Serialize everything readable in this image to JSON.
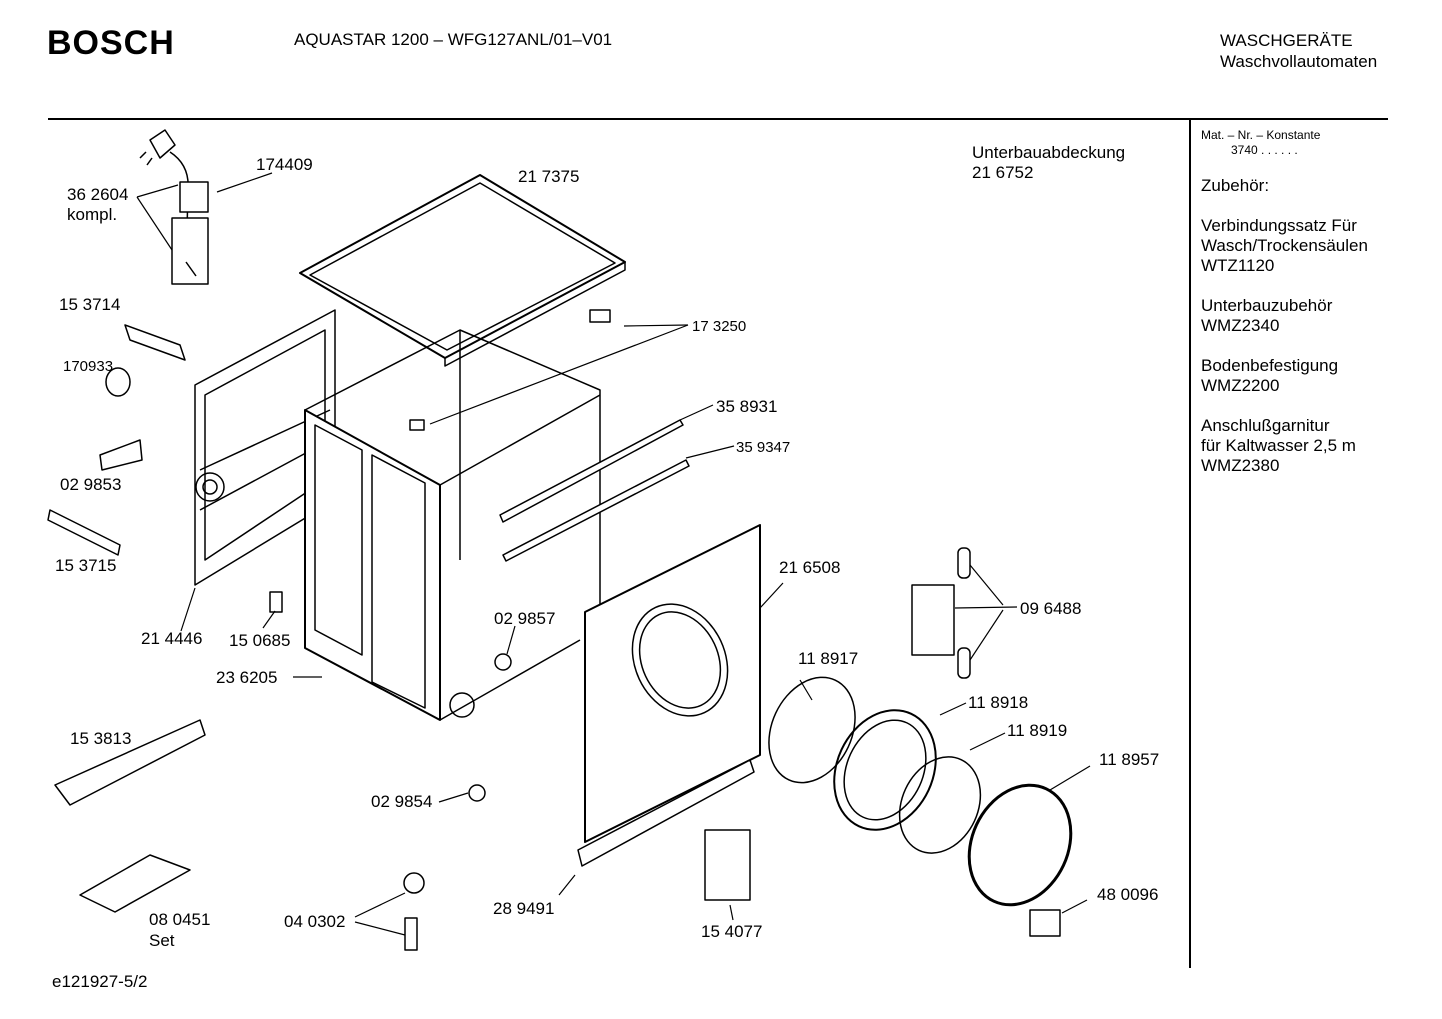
{
  "header": {
    "brand": "BOSCH",
    "model": "AQUASTAR 1200 – WFG127ANL/01–V01",
    "category_line1": "WASCHGERÄTE",
    "category_line2": "Waschvollautomaten"
  },
  "sidebar": {
    "mat_label": "Mat. – Nr. – Konstante",
    "mat_value": "3740  .  .  .  .  .  .",
    "accessories_heading": "Zubehör:",
    "accessories": [
      {
        "line1": "Verbindungssatz Für",
        "line2": "Wasch/Trockensäulen",
        "line3": "WTZ1120"
      },
      {
        "line1": "Unterbauzubehör",
        "line2": "WMZ2340",
        "line3": ""
      },
      {
        "line1": "Bodenbefestigung",
        "line2": "WMZ2200",
        "line3": ""
      },
      {
        "line1": "Anschlußgarnitur",
        "line2": "für Kaltwasser 2,5 m",
        "line3": "WMZ2380"
      }
    ]
  },
  "parts": {
    "p174409": "174409",
    "p362604": "36 2604",
    "kompl": "kompl.",
    "p217375": "21 7375",
    "unterbau": "Unterbauabdeckung",
    "p216752": "21 6752",
    "p153714": "15 3714",
    "p170933": "170933",
    "p173250": "17 3250",
    "p358931": "35 8931",
    "p359347": "35 9347",
    "p029853": "02 9853",
    "p153715": "15 3715",
    "p216508": "21 6508",
    "p096488": "09 6488",
    "p029857": "02 9857",
    "p214446": "21 4446",
    "p150685": "15 0685",
    "p118917": "11 8917",
    "p236205": "23 6205",
    "p118918": "11 8918",
    "p118919": "11 8919",
    "p153813": "15 3813",
    "p118957": "11 8957",
    "p029854": "02 9854",
    "p080451": "08 0451",
    "set": "Set",
    "p040302": "04 0302",
    "p289491": "28 9491",
    "p154077": "15 4077",
    "p480096": "48 0096"
  },
  "footer": {
    "drawing_id": "e121927-5/2"
  }
}
